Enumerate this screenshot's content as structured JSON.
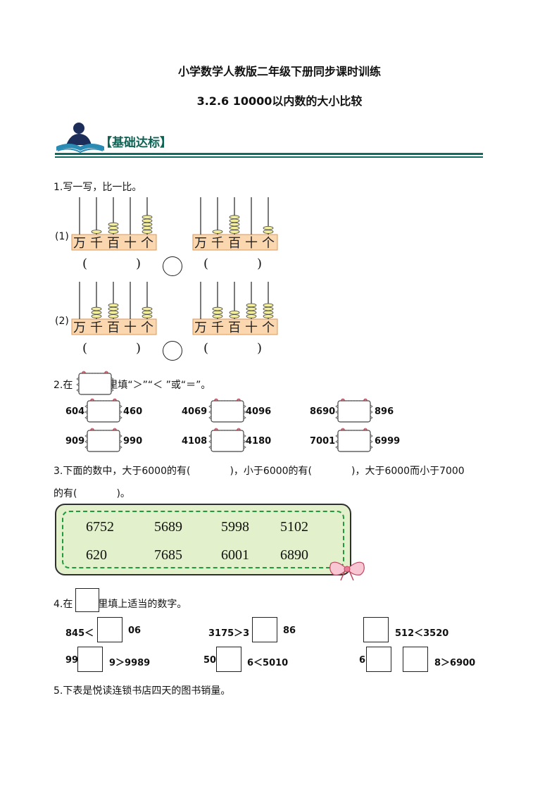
{
  "title": "小学数学人教版二年级下册同步课时训练",
  "subtitle": "3.2.6 10000以内数的大小比较",
  "section": "【基础达标】",
  "abacus_labels": [
    "万",
    "千",
    "百",
    "十",
    "个"
  ],
  "q1": {
    "text": "1.写一写，比一比。",
    "rows": [
      {
        "label": "(1)",
        "left_beads": [
          0,
          1,
          3,
          0,
          5
        ],
        "right_beads": [
          0,
          1,
          5,
          0,
          2
        ]
      },
      {
        "label": "(2)",
        "left_beads": [
          0,
          3,
          4,
          0,
          3
        ],
        "right_beads": [
          0,
          3,
          2,
          4,
          4
        ]
      }
    ],
    "paren_open": "(",
    "paren_close": ")"
  },
  "q2": {
    "text_before": "2.在",
    "text_after": "里填“＞”“＜ ”或“＝”。",
    "pairs": [
      [
        "604",
        "460"
      ],
      [
        "4069",
        "4096"
      ],
      [
        "8690",
        "896"
      ],
      [
        "909",
        "990"
      ],
      [
        "4108",
        "4180"
      ],
      [
        "7001",
        "6999"
      ]
    ]
  },
  "q3": {
    "line1": "3.下面的数中，大于6000的有(　　　　)，小于6000的有(　　　　)，大于6000而小于7000",
    "line2": "的有(　　　　)。",
    "numbers": [
      "6752",
      "5689",
      "5998",
      "5102",
      "620",
      "7685",
      "6001",
      "6890"
    ]
  },
  "q4": {
    "text_before": "4.在",
    "text_after": "里填上适当的数字。",
    "items": [
      {
        "pre": "845＜",
        "post": "06"
      },
      {
        "pre": "3175＞3",
        "post": "86"
      },
      {
        "pre": "",
        "post": "512＜3520"
      },
      {
        "pre": "99",
        "post": "9＞9989"
      },
      {
        "pre": "50",
        "post": "6＜5010"
      },
      {
        "pre": "6",
        "mid": "",
        "post": "8＞6900"
      }
    ]
  },
  "q5": {
    "text": "5.下表是悦读连锁书店四天的图书销量。"
  }
}
